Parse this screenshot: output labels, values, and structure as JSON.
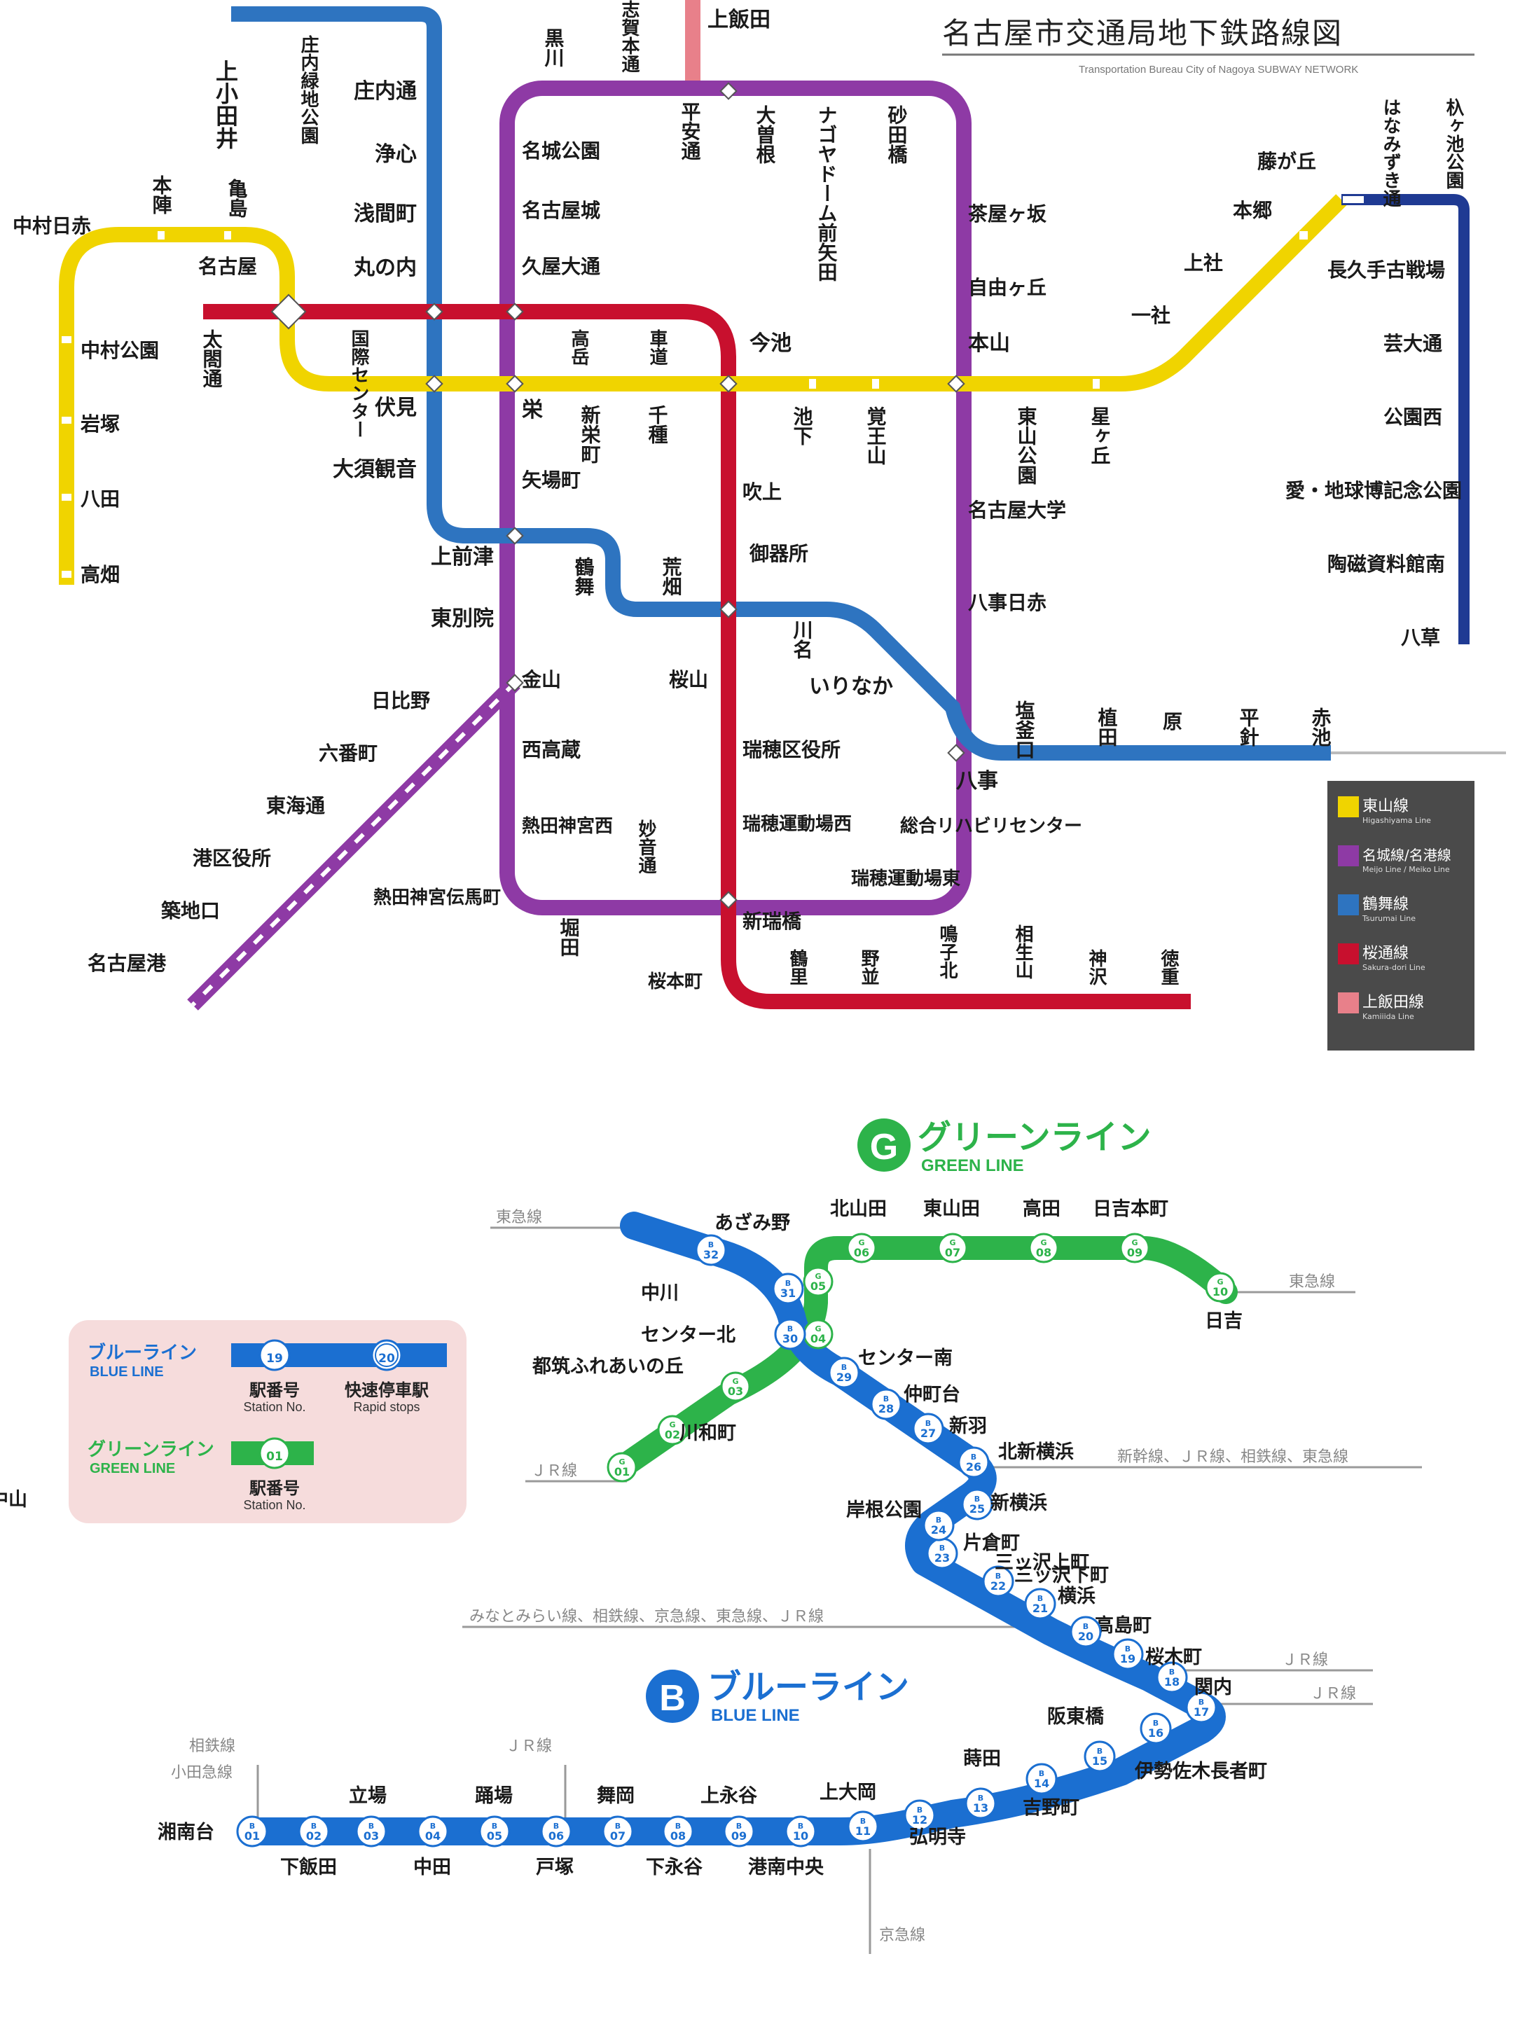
{
  "nagoya": {
    "title_jp": "名古屋市交通局地下鉄路線図",
    "title_en": "Transportation Bureau City of Nagoya SUBWAY NETWORK",
    "colors": {
      "higashiyama": "#f0d400",
      "meijo": "#8e3aa5",
      "tsurumai": "#2e74c0",
      "sakuradori": "#c8102e",
      "kamiiida": "#e8808a",
      "legend_bg": "#4a4a4a"
    },
    "legend": [
      {
        "jp": "東山線",
        "en": "Higashiyama Line",
        "color": "#f0d400"
      },
      {
        "jp": "名城線/名港線",
        "en": "Meijo Line / Meiko Line",
        "color": "#8e3aa5"
      },
      {
        "jp": "鶴舞線",
        "en": "Tsurumai Line",
        "color": "#2e74c0"
      },
      {
        "jp": "桜通線",
        "en": "Sakura-dori Line",
        "color": "#c8102e"
      },
      {
        "jp": "上飯田線",
        "en": "Kamiiida Line",
        "color": "#e8808a"
      }
    ],
    "stations": {
      "kamiotai": "上小田井",
      "shonai_ryokuchi": "庄内緑地公園",
      "shonai_dori": "庄内通",
      "joshin": "浄心",
      "sengencho": "浅間町",
      "marunouchi": "丸の内",
      "fushimi": "伏見",
      "osukannon": "大須観音",
      "kamimaezu": "上前津",
      "tsurumai": "鶴舞",
      "arahata": "荒畑",
      "gokiso": "御器所",
      "kawana": "川名",
      "irinaka": "いりなか",
      "yagoto": "八事",
      "shiogamaguchi": "塩釜口",
      "ueda": "植田",
      "hara": "原",
      "hirabari": "平針",
      "akaike": "赤池",
      "nakamura_nisseki": "中村日赤",
      "honjin": "本陣",
      "kamejima": "亀島",
      "nagoya": "名古屋",
      "nakamura_koen": "中村公園",
      "iwatsuka": "岩塚",
      "hatta": "八田",
      "takabata": "高畑",
      "sakae": "栄",
      "shinsakaemachi": "新栄町",
      "chikusa": "千種",
      "imaike": "今池",
      "ikeshita": "池下",
      "kakuozan": "覚王山",
      "motoyama": "本山",
      "higashiyama_koen": "東山公園",
      "hoshigaoka": "星ヶ丘",
      "issha": "一社",
      "kamiyashiro": "上社",
      "hongo": "本郷",
      "fujigaoka": "藤が丘",
      "kuroka": "黒川",
      "shiga_hondori": "志賀本通",
      "kamiiida": "上飯田",
      "heian_dori": "平安通",
      "ozone": "大曽根",
      "nagoya_dome": "ナゴヤドーム前矢田",
      "sunadabashi": "砂田橋",
      "chayagasaka": "茶屋ヶ坂",
      "jiyugaoka": "自由ヶ丘",
      "meijo_koen": "名城公園",
      "shiyakusho": "名古屋城",
      "hisaya_odori": "久屋大通",
      "yaba_cho": "矢場町",
      "nagoya_daigaku": "名古屋大学",
      "yagoto_nisseki": "八事日赤",
      "sogo_riha": "総合リハビリセンター",
      "mizuho_undojo_higashi": "瑞穂運動場東",
      "aratama_bashi": "新瑞橋",
      "mizuho_undojo_nishi": "瑞穂運動場西",
      "myoon_dori": "妙音通",
      "horita": "堀田",
      "jingu_nishi": "熱田神宮伝馬町",
      "atsuta_jingu_nishi": "熱田神宮西",
      "nishi_takakura": "西高蔵",
      "kanayama": "金山",
      "hibino": "日比野",
      "rokubancho": "六番町",
      "tokai_dori": "東海通",
      "minato_kuyakusho": "港区役所",
      "tsukijiguchi": "築地口",
      "nagoya_ko": "名古屋港",
      "taiko_dori": "太閤通",
      "kokusai": "国際センター",
      "marunouchi2": "丸の内",
      "hisaya2": "高岳",
      "kurumamichi": "車道",
      "fukiage": "吹上",
      "sakurayama": "桜山",
      "mizuho_kuyakusho": "瑞穂区役所",
      "sakuramoto": "桜本町",
      "tsurusato": "鶴里",
      "nonami": "野並",
      "narumiko": "鳴子北",
      "aioiyama": "相生山",
      "kamisawa": "神沢",
      "tokushige": "徳重",
      "aichi_expo": "愛・地球博記念公園",
      "nagakute": "長久手古戦場",
      "geidai": "芸大通",
      "koen_nishi": "公園西",
      "hanamizuki": "はなみずき通",
      "henkawa": "杁ヶ池公園",
      "toji": "陶磁資料館南",
      "yakusa": "八草",
      "higashi_betsuin": "東別院"
    }
  },
  "yokohama": {
    "green_title_jp": "グリーンライン",
    "green_title_en": "GREEN LINE",
    "green_letter": "G",
    "blue_title_jp": "ブルーライン",
    "blue_title_en": "BLUE LINE",
    "blue_letter": "B",
    "colors": {
      "blue": "#1b6fd1",
      "green": "#2db34a",
      "legend_bg": "#f6dcdc"
    },
    "legend": {
      "blue_jp": "ブルーライン",
      "blue_en": "BLUE LINE",
      "green_jp": "グリーンライン",
      "green_en": "GREEN LINE",
      "station_no_jp": "駅番号",
      "station_no_en": "Station No.",
      "rapid_jp": "快速停車駅",
      "rapid_en": "Rapid stops",
      "b19": "19",
      "b20": "20",
      "g01": "01"
    },
    "green_stations": [
      {
        "no": "01",
        "name": "中山"
      },
      {
        "no": "02",
        "name": "川和町"
      },
      {
        "no": "03",
        "name": "都筑ふれあいの丘"
      },
      {
        "no": "04",
        "name": "センター南"
      },
      {
        "no": "05",
        "name": "センター北"
      },
      {
        "no": "06",
        "name": "北山田"
      },
      {
        "no": "07",
        "name": "東山田"
      },
      {
        "no": "08",
        "name": "高田"
      },
      {
        "no": "09",
        "name": "日吉本町"
      },
      {
        "no": "10",
        "name": "日吉"
      }
    ],
    "blue_stations": [
      {
        "no": "01",
        "name": "湘南台"
      },
      {
        "no": "02",
        "name": "下飯田"
      },
      {
        "no": "03",
        "name": "立場"
      },
      {
        "no": "04",
        "name": "中田"
      },
      {
        "no": "05",
        "name": "踊場"
      },
      {
        "no": "06",
        "name": "戸塚"
      },
      {
        "no": "07",
        "name": "舞岡"
      },
      {
        "no": "08",
        "name": "下永谷"
      },
      {
        "no": "09",
        "name": "上永谷"
      },
      {
        "no": "10",
        "name": "港南中央"
      },
      {
        "no": "11",
        "name": "上大岡"
      },
      {
        "no": "12",
        "name": "弘明寺"
      },
      {
        "no": "13",
        "name": "蒔田"
      },
      {
        "no": "14",
        "name": "吉野町"
      },
      {
        "no": "15",
        "name": "阪東橋"
      },
      {
        "no": "16",
        "name": "伊勢佐木長者町"
      },
      {
        "no": "17",
        "name": "関内"
      },
      {
        "no": "18",
        "name": "桜木町"
      },
      {
        "no": "19",
        "name": "高島町"
      },
      {
        "no": "20",
        "name": "横浜"
      },
      {
        "no": "21",
        "name": "三ッ沢下町"
      },
      {
        "no": "22",
        "name": "三ッ沢上町"
      },
      {
        "no": "23",
        "name": "片倉町"
      },
      {
        "no": "24",
        "name": "岸根公園"
      },
      {
        "no": "25",
        "name": "新横浜"
      },
      {
        "no": "26",
        "name": "北新横浜"
      },
      {
        "no": "27",
        "name": "新羽"
      },
      {
        "no": "28",
        "name": "仲町台"
      },
      {
        "no": "29",
        "name": "センター南"
      },
      {
        "no": "30",
        "name": "センター北"
      },
      {
        "no": "31",
        "name": "中川"
      },
      {
        "no": "32",
        "name": "あざみ野"
      }
    ],
    "connections": {
      "tokyu_azamino": "東急線",
      "tokyu_hiyoshi": "東急線",
      "jr_nakayama": "ＪＲ線",
      "shinyokohama": "新幹線、ＪＲ線、相鉄線、東急線",
      "yokohama": "みなとみらい線、相鉄線、京急線、東急線、ＪＲ線",
      "sakuragicho": "ＪＲ線",
      "kannai": "ＪＲ線",
      "shonandai_1": "相鉄線",
      "shonandai_2": "小田急線",
      "totsuka": "ＪＲ線",
      "kamiooka": "京急線"
    }
  }
}
